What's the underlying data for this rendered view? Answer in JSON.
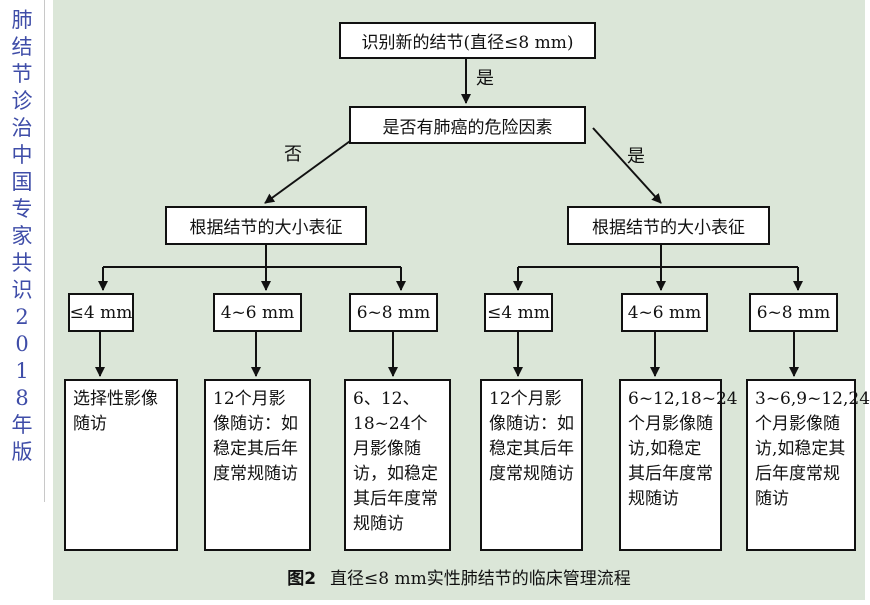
{
  "sidebar_title": [
    "肺",
    "结",
    "节",
    "诊",
    "治",
    "中",
    "国",
    "专",
    "家",
    "共",
    "识",
    "2",
    "0",
    "1",
    "8",
    "年",
    "版"
  ],
  "flowchart": {
    "root": "识别新的结节(直径≤8 mm)",
    "root_to_risk_label": "是",
    "risk_question": "是否有肺癌的危险因素",
    "branch_no_label": "否",
    "branch_yes_label": "是",
    "left": {
      "classify": "根据结节的大小表征",
      "sizes": [
        "≤4 mm",
        "4~6 mm",
        "6~8 mm"
      ],
      "actions": [
        "选择性影像随访",
        "12个月影像随访：如稳定其后年度常规随访",
        "6、12、18~24个月影像随访，如稳定其后年度常规随访"
      ]
    },
    "right": {
      "classify": "根据结节的大小表征",
      "sizes": [
        "≤4 mm",
        "4~6 mm",
        "6~8 mm"
      ],
      "actions": [
        "12个月影像随访：如稳定其后年度常规随访",
        "6~12,18~24个月影像随访,如稳定其后年度常规随访",
        "3~6,9~12,24个月影像随访,如稳定其后年度常规随访"
      ]
    }
  },
  "caption": {
    "figure": "图2",
    "text": "直径≤8 mm实性肺结节的临床管理流程"
  }
}
